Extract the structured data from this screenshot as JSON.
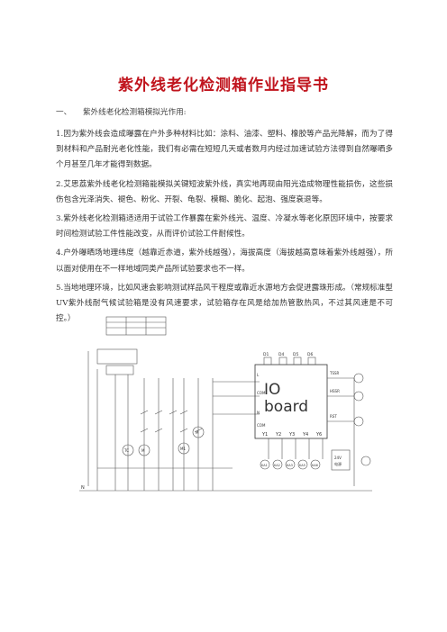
{
  "document": {
    "title": "紫外线老化检测箱作业指导书",
    "section": {
      "number": "一、",
      "heading": "紫外线老化检测箱模拟光作用:"
    },
    "paragraphs": [
      "1.因为紫外线会造成曝露在户外多种材料比如：涂料、油漆、塑料、橡胶等产品光降解，而为了得到材料和产品耐光老化性能，我们有必需在短短几天或者数月内经过加速试验方法得到自然曝晒多个月甚至几年才能得到数据。",
      "2.艾思荔紫外线老化检测箱能模拟关键短波紫外线，真实地再现由阳光造成物理性能损伤，这些损伤包含光泽消失、褪色、粉化、开裂、龟裂、模糊、脆化、起泡、强度衰退等。",
      "3.紫外线老化检测箱适适用于试验工作暴露在紫外线光、温度、冷凝水等老化原因环境中，按要求时间检测试验工件性能改变，从而评价试验工件耐候性。",
      "4.户外曝晒场地理纬度（越靠近赤道，紫外线越强），海拔高度（海拔越高意味着紫外线越强），所以面对使用在不一样地域同类产品所试验要求也不一样。",
      "5.当地地理环境，比如风速会影响测试样品风干程度或靠近水源地方会促进露珠形成。（常规标准型UV紫外线耐气候试验箱是没有风速要求，试验箱存在风是给加热管散热风，不过其风速是不可控。）"
    ]
  },
  "diagram": {
    "board_label_1": "IO",
    "board_label_2": "board",
    "top_labels": [
      "D1",
      "D4",
      "D5",
      "D6"
    ],
    "right_labels": [
      "TSSR",
      "HSSR",
      "RST"
    ],
    "left_labels": [
      "L",
      "COM",
      "N",
      "COM"
    ],
    "output_labels": [
      "Y1",
      "Y2",
      "Y3",
      "Y4",
      "Y6"
    ],
    "relay_labels": [
      "KA1",
      "KA2",
      "KA3",
      "KA5",
      "KA6"
    ],
    "motor_labels": [
      "TC",
      "M",
      "M1",
      "M"
    ],
    "power_label": "24V",
    "power_sub": "电源",
    "line_label": "N"
  }
}
